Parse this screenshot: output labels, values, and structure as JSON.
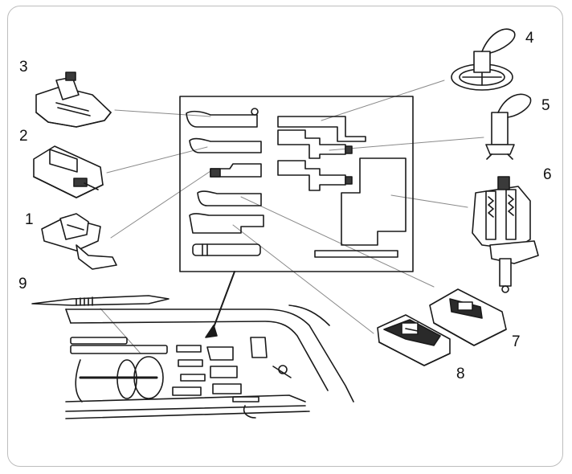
{
  "figure": {
    "callouts": [
      {
        "id": "1",
        "label": "1"
      },
      {
        "id": "2",
        "label": "2"
      },
      {
        "id": "3",
        "label": "3"
      },
      {
        "id": "4",
        "label": "4"
      },
      {
        "id": "5",
        "label": "5"
      },
      {
        "id": "6",
        "label": "6"
      },
      {
        "id": "7",
        "label": "7"
      },
      {
        "id": "8",
        "label": "8"
      },
      {
        "id": "9",
        "label": "9"
      }
    ],
    "colors": {
      "stroke": "#1a1a1a",
      "leader": "#8a8a8a",
      "frame": "#bdbdbd",
      "plate": "#d9d9d9",
      "dark": "#3a3a3a"
    }
  }
}
